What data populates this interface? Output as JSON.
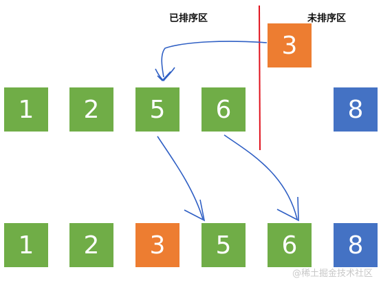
{
  "labels": {
    "sorted": "已排序区",
    "unsorted": "未排序区"
  },
  "top_row": [
    {
      "value": "1",
      "color": "green"
    },
    {
      "value": "2",
      "color": "green"
    },
    {
      "value": "5",
      "color": "green"
    },
    {
      "value": "6",
      "color": "green"
    },
    {
      "value": "8",
      "color": "blue"
    }
  ],
  "pending": {
    "value": "3",
    "color": "orange"
  },
  "bottom_row": [
    {
      "value": "1",
      "color": "green"
    },
    {
      "value": "2",
      "color": "green"
    },
    {
      "value": "3",
      "color": "orange"
    },
    {
      "value": "5",
      "color": "green"
    },
    {
      "value": "6",
      "color": "green"
    },
    {
      "value": "8",
      "color": "blue"
    }
  ],
  "colors": {
    "green": "#70ad47",
    "orange": "#ed7d31",
    "blue": "#4472c4",
    "divider": "#e0101b",
    "arrow": "#2f5fc4"
  },
  "watermark": "@稀土掘金技术社区"
}
